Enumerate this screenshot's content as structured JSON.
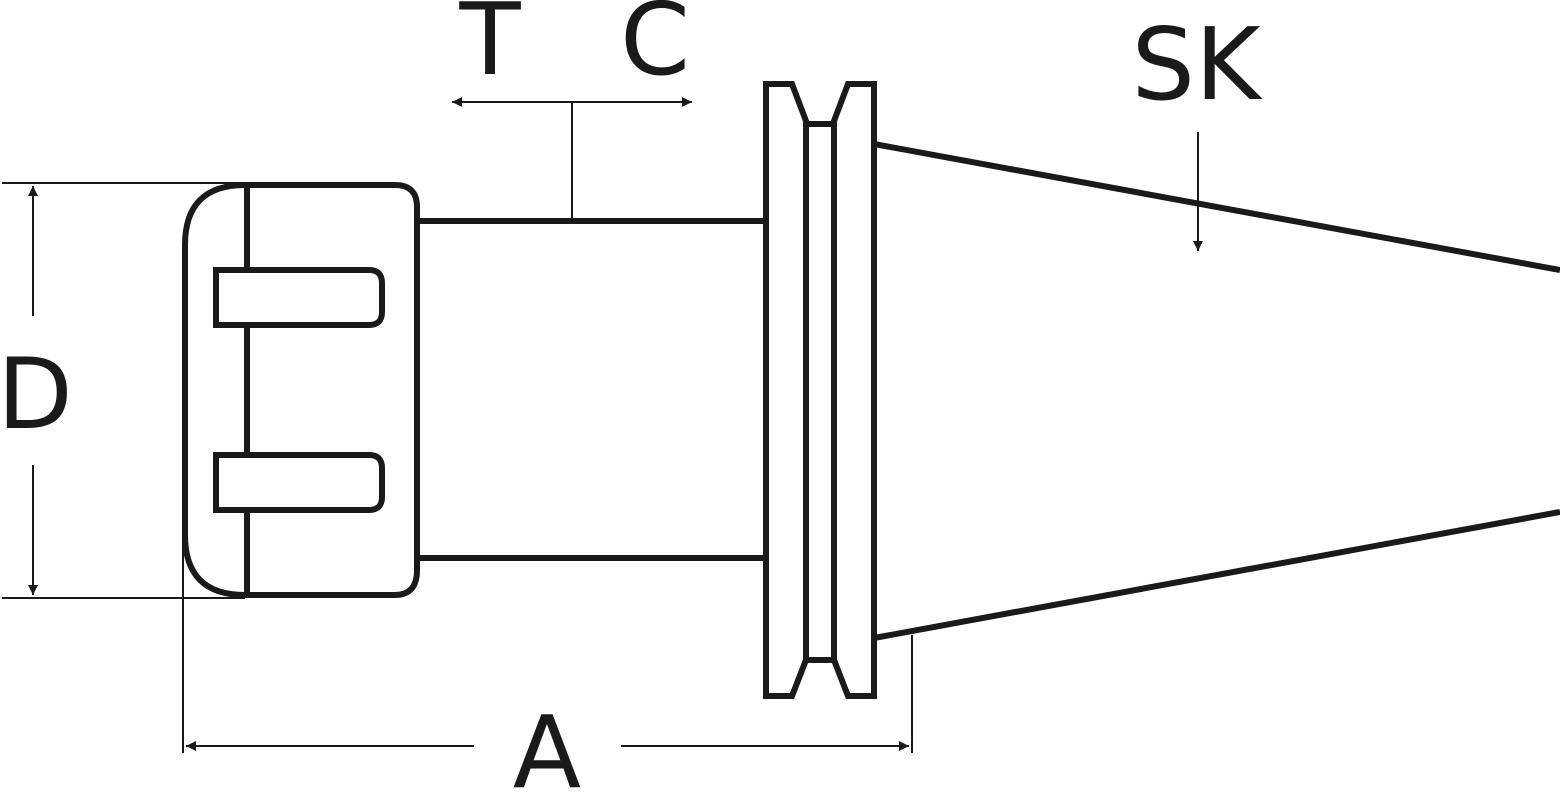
{
  "diagram": {
    "labels": {
      "t": "T",
      "c": "C",
      "sk": "SK",
      "d": "D",
      "a": "A"
    },
    "colors": {
      "stroke": "#1a1a1a",
      "background": "#ffffff"
    }
  }
}
